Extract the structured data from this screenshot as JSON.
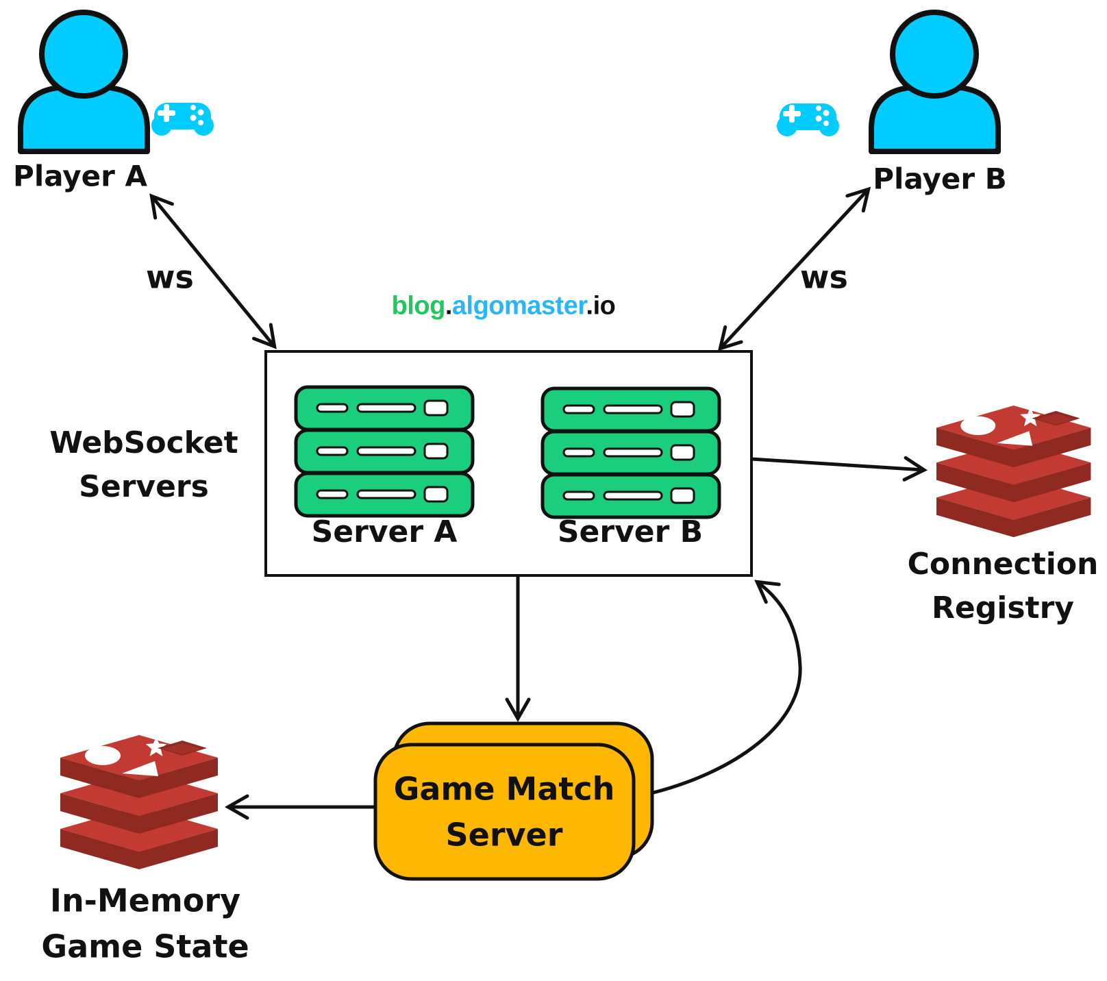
{
  "brand": {
    "blog": "blog",
    "separator": ".",
    "name": "algomaster",
    "tld": "io"
  },
  "players": {
    "a_label": "Player A",
    "b_label": "Player B"
  },
  "connections": {
    "ws_a_label": "ws",
    "ws_b_label": "ws"
  },
  "websocket_servers": {
    "title_line1": "WebSocket",
    "title_line2": "Servers",
    "server_a_label": "Server A",
    "server_b_label": "Server B"
  },
  "game_match_server": {
    "line1": "Game Match",
    "line2": "Server"
  },
  "connection_registry": {
    "line1": "Connection",
    "line2": "Registry"
  },
  "in_memory_game_state": {
    "line1": "In-Memory",
    "line2": "Game State"
  },
  "icons": {
    "player": "person-icon",
    "gamepad": "gamepad-icon",
    "websocket_server": "server-rack-icon",
    "registry_store": "redis-database-icon",
    "game_state_store": "redis-database-icon"
  },
  "colors": {
    "player": "#00ccff",
    "rack": "#1bce7c",
    "match": "#ffb802",
    "redis_light": "#c23a31",
    "redis_dark": "#8f2a22",
    "redis_hole": "#a33129",
    "brand_green": "#22c55e",
    "brand_blue": "#29b6f6",
    "ink": "#111111"
  }
}
